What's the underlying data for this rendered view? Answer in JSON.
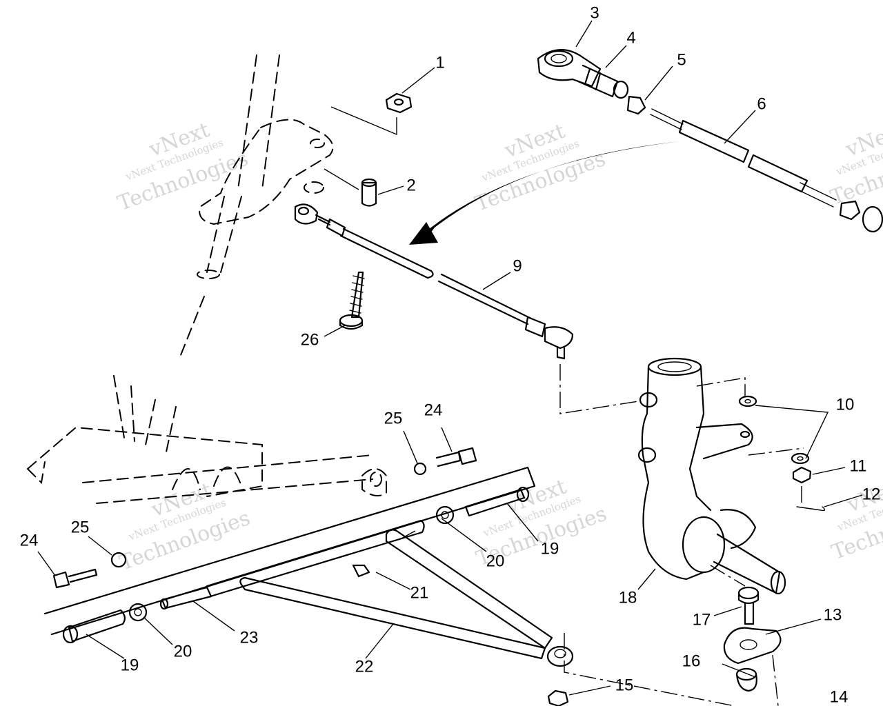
{
  "watermark": {
    "line1": "vNext",
    "line2": "vNext Technologies",
    "line3": "Technologies"
  },
  "callouts": [
    "1",
    "2",
    "3",
    "4",
    "5",
    "6",
    "9",
    "10",
    "11",
    "12",
    "13",
    "14",
    "15",
    "16",
    "17",
    "18",
    "19",
    "19",
    "20",
    "20",
    "21",
    "22",
    "23",
    "24",
    "24",
    "25",
    "25",
    "26"
  ],
  "colors": {
    "ink": "#000000",
    "paper": "#ffffff",
    "watermark": "#c8c8c8"
  }
}
